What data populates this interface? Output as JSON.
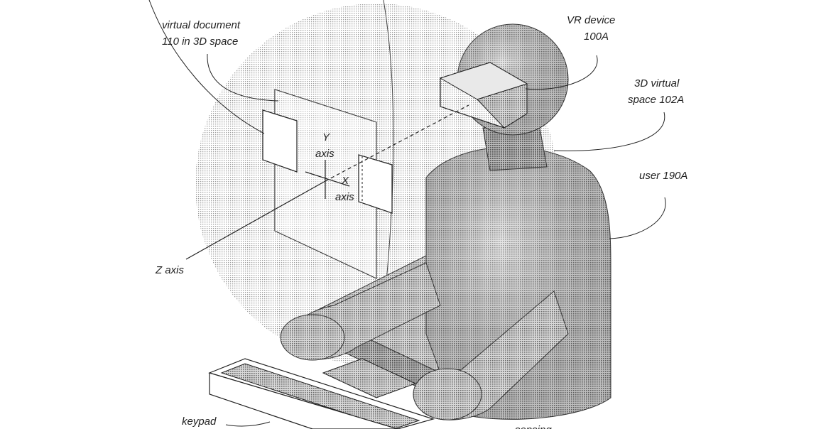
{
  "labels": {
    "virtual_document": [
      "virtual document",
      "110 in 3D space"
    ],
    "vr_device": [
      "VR device",
      "100A"
    ],
    "virtual_space": [
      "3D virtual",
      "space 102A"
    ],
    "user": "user 190A",
    "y_axis": [
      "Y",
      "axis"
    ],
    "x_axis": [
      "X",
      "axis"
    ],
    "z_axis": "Z axis",
    "keypad": "keypad",
    "sensing": "sensing"
  },
  "colors": {
    "line": "#222222",
    "sphere_dot": "#9a9a9a",
    "body_dot": "#6a6a6a",
    "background": "#ffffff"
  }
}
